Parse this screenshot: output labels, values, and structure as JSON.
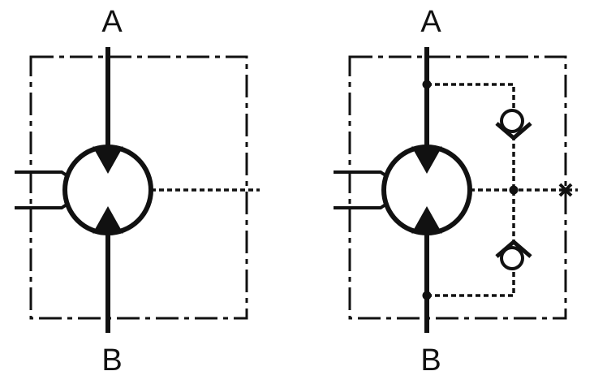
{
  "colors": {
    "stroke": "#111111",
    "background": "#ffffff"
  },
  "symbols": [
    {
      "name": "motor",
      "port_top": "A",
      "port_bottom": "B"
    },
    {
      "name": "motor-with-check-valves",
      "port_top": "A",
      "port_bottom": "B"
    }
  ]
}
